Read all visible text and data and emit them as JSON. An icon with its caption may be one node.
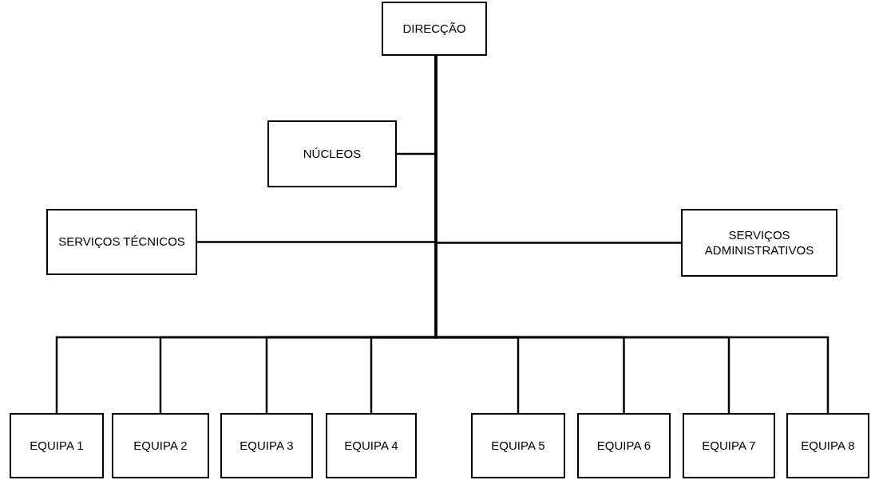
{
  "diagram": {
    "nodes": [
      {
        "text": [
          "DIRECÇÃO"
        ]
      },
      {
        "text": [
          "NÚCLEOS"
        ]
      },
      {
        "text": [
          "SERVIÇOS TÉCNICOS"
        ]
      },
      {
        "text": [
          "SERVIÇOS ADMINISTRATIVOS"
        ]
      },
      {
        "text": [
          "EQUIPA 1"
        ]
      },
      {
        "text": [
          "EQUIPA 2"
        ]
      },
      {
        "text": [
          "EQUIPA 3"
        ]
      },
      {
        "text": [
          "EQUIPA 4"
        ]
      },
      {
        "text": [
          "EQUIPA 5"
        ]
      },
      {
        "text": [
          "EQUIPA 6"
        ]
      },
      {
        "text": [
          "EQUIPA 7"
        ]
      },
      {
        "text": [
          "EQUIPA 8"
        ]
      }
    ],
    "edges": [
      {
        "from": 0,
        "to": 1,
        "arrow": "none"
      },
      {
        "from": 0,
        "to": 2,
        "arrow": "none"
      },
      {
        "from": 0,
        "to": 3,
        "arrow": "none"
      },
      {
        "from": 0,
        "to": 4,
        "arrow": "none"
      },
      {
        "from": 0,
        "to": 5,
        "arrow": "none"
      },
      {
        "from": 0,
        "to": 6,
        "arrow": "none"
      },
      {
        "from": 0,
        "to": 7,
        "arrow": "none"
      },
      {
        "from": 0,
        "to": 8,
        "arrow": "none"
      },
      {
        "from": 0,
        "to": 9,
        "arrow": "none"
      },
      {
        "from": 0,
        "to": 10,
        "arrow": "none"
      },
      {
        "from": 0,
        "to": 11,
        "arrow": "none"
      }
    ]
  }
}
